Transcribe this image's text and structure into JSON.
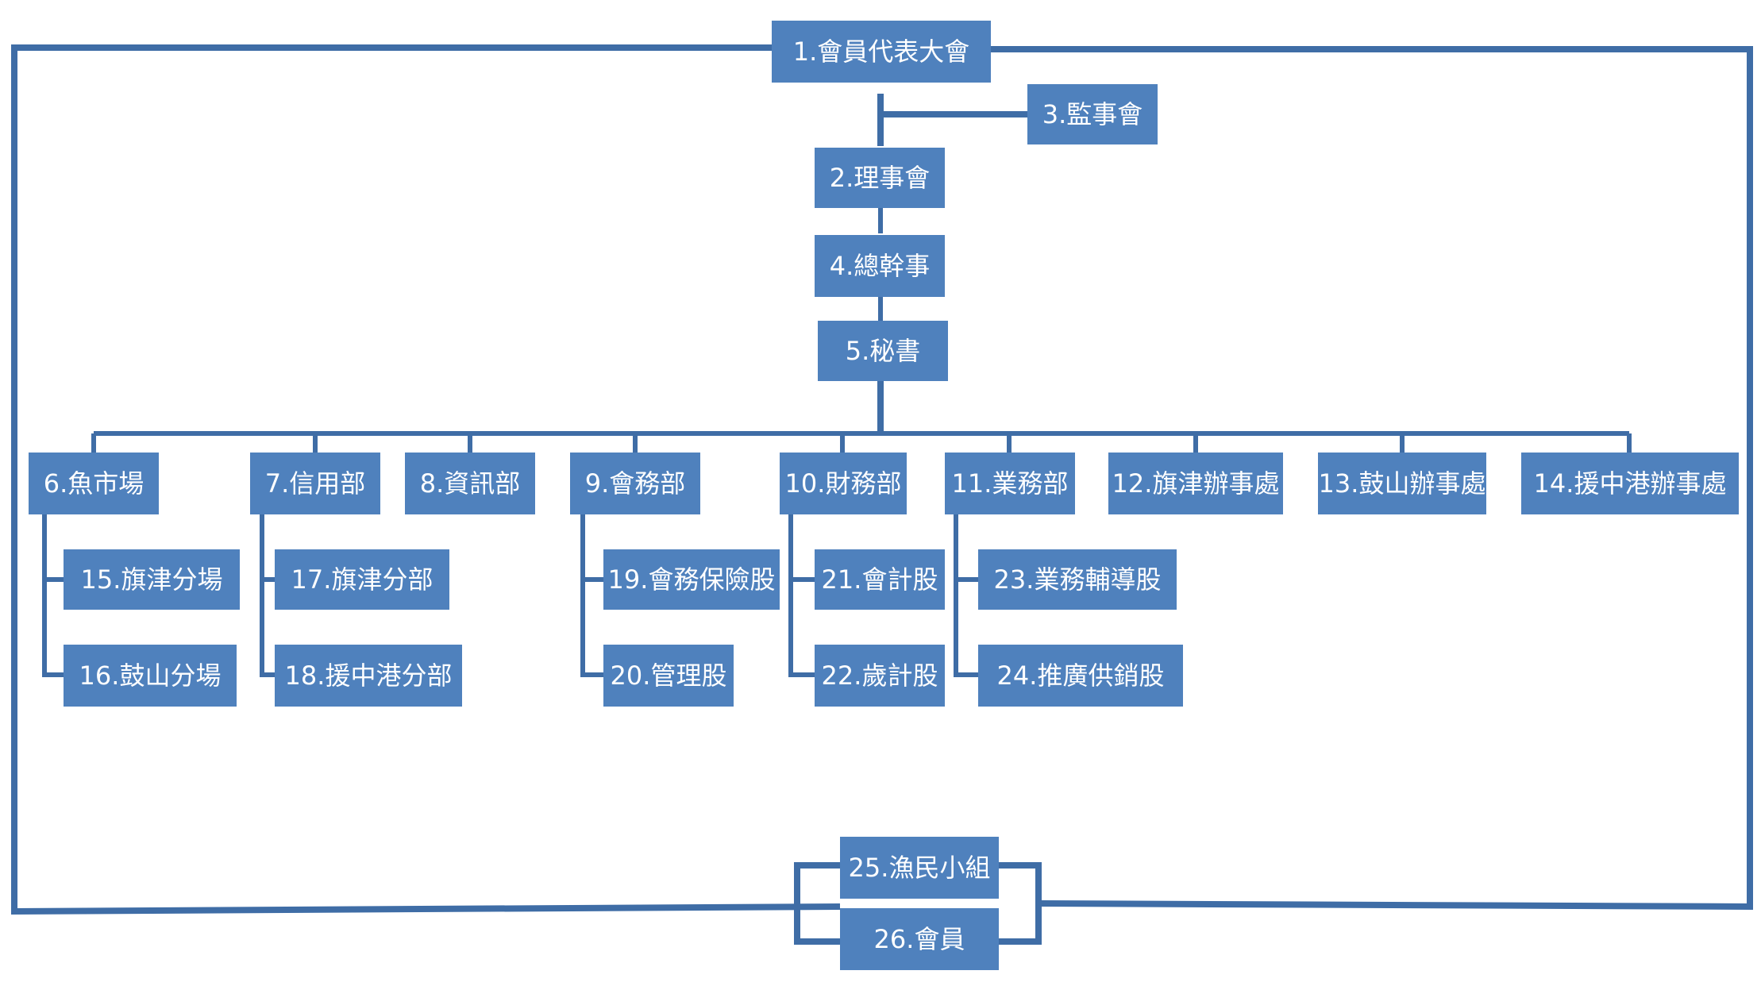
{
  "colors": {
    "box_fill": "#4f81bd",
    "connector": "#3f6da6",
    "text": "#ffffff"
  },
  "nodes": [
    {
      "id": "n1",
      "label": "1.會員代表大會"
    },
    {
      "id": "n2",
      "label": "2.理事會"
    },
    {
      "id": "n3",
      "label": "3.監事會"
    },
    {
      "id": "n4",
      "label": "4.總幹事"
    },
    {
      "id": "n5",
      "label": "5.秘書"
    },
    {
      "id": "n6",
      "label": "6.魚市場"
    },
    {
      "id": "n7",
      "label": "7.信用部"
    },
    {
      "id": "n8",
      "label": "8.資訊部"
    },
    {
      "id": "n9",
      "label": "9.會務部"
    },
    {
      "id": "n10",
      "label": "10.財務部"
    },
    {
      "id": "n11",
      "label": "11.業務部"
    },
    {
      "id": "n12",
      "label": "12.旗津辦事處"
    },
    {
      "id": "n13",
      "label": "13.鼓山辦事處"
    },
    {
      "id": "n14",
      "label": "14.援中港辦事處"
    },
    {
      "id": "n15",
      "label": "15.旗津分場"
    },
    {
      "id": "n16",
      "label": "16.鼓山分場"
    },
    {
      "id": "n17",
      "label": "17.旗津分部"
    },
    {
      "id": "n18",
      "label": "18.援中港分部"
    },
    {
      "id": "n19",
      "label": "19.會務保險股"
    },
    {
      "id": "n20",
      "label": "20.管理股"
    },
    {
      "id": "n21",
      "label": "21.會計股"
    },
    {
      "id": "n22",
      "label": "22.歲計股"
    },
    {
      "id": "n23",
      "label": "23.業務輔導股"
    },
    {
      "id": "n24",
      "label": "24.推廣供銷股"
    },
    {
      "id": "n25",
      "label": "25.漁民小組"
    },
    {
      "id": "n26",
      "label": "26.會員"
    }
  ],
  "edges": [
    {
      "from": "n1",
      "to": "n2"
    },
    {
      "from": "n2",
      "to": "n3"
    },
    {
      "from": "n2",
      "to": "n4"
    },
    {
      "from": "n4",
      "to": "n5"
    },
    {
      "from": "n5",
      "to": "n6"
    },
    {
      "from": "n5",
      "to": "n7"
    },
    {
      "from": "n5",
      "to": "n8"
    },
    {
      "from": "n5",
      "to": "n9"
    },
    {
      "from": "n5",
      "to": "n10"
    },
    {
      "from": "n5",
      "to": "n11"
    },
    {
      "from": "n5",
      "to": "n12"
    },
    {
      "from": "n5",
      "to": "n13"
    },
    {
      "from": "n5",
      "to": "n14"
    },
    {
      "from": "n6",
      "to": "n15"
    },
    {
      "from": "n6",
      "to": "n16"
    },
    {
      "from": "n7",
      "to": "n17"
    },
    {
      "from": "n7",
      "to": "n18"
    },
    {
      "from": "n9",
      "to": "n19"
    },
    {
      "from": "n9",
      "to": "n20"
    },
    {
      "from": "n10",
      "to": "n21"
    },
    {
      "from": "n10",
      "to": "n22"
    },
    {
      "from": "n11",
      "to": "n23"
    },
    {
      "from": "n11",
      "to": "n24"
    },
    {
      "from": "n25",
      "to": "n26"
    },
    {
      "from": "n26",
      "to": "n1"
    }
  ]
}
